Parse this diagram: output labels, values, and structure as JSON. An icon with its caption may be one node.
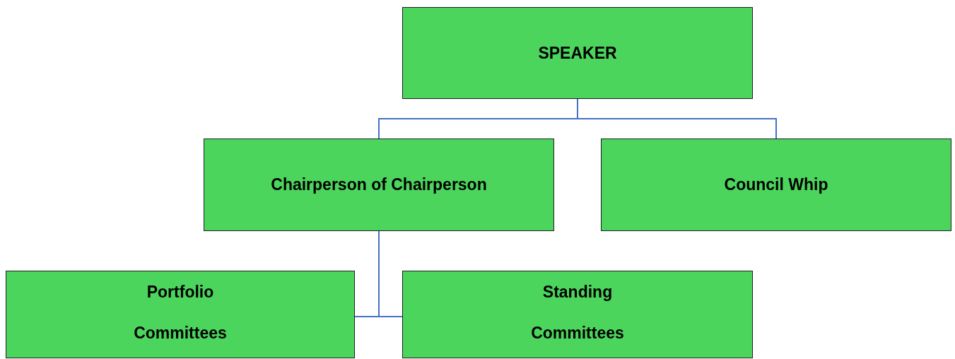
{
  "diagram": {
    "nodes": [
      {
        "text": [
          "SPEAKER"
        ]
      },
      {
        "text": [
          "Chairperson of Chairperson"
        ]
      },
      {
        "text": [
          "Council Whip"
        ]
      },
      {
        "text": [
          "Portfolio Committees"
        ]
      },
      {
        "text": [
          "Standing Committees"
        ]
      }
    ],
    "edges": [
      {
        "from": 0,
        "to": 1,
        "arrow": "none"
      },
      {
        "from": 0,
        "to": 2,
        "arrow": "none"
      },
      {
        "from": 1,
        "to": 3,
        "arrow": "none"
      },
      {
        "from": 1,
        "to": 4,
        "arrow": "none"
      }
    ]
  }
}
